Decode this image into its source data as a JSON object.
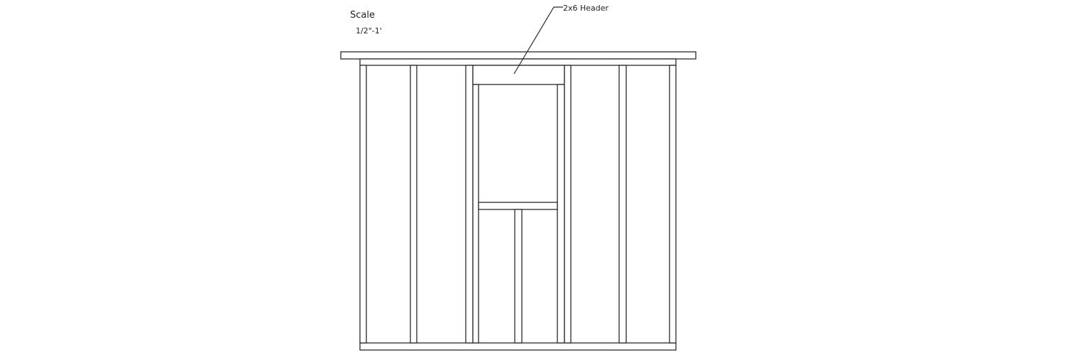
{
  "scale": {
    "title": "Scale",
    "value": "1/2\"-1'"
  },
  "callouts": {
    "header": "2x6 Header"
  },
  "colors": {
    "line": "#2a2a2a",
    "background": "#ffffff"
  }
}
